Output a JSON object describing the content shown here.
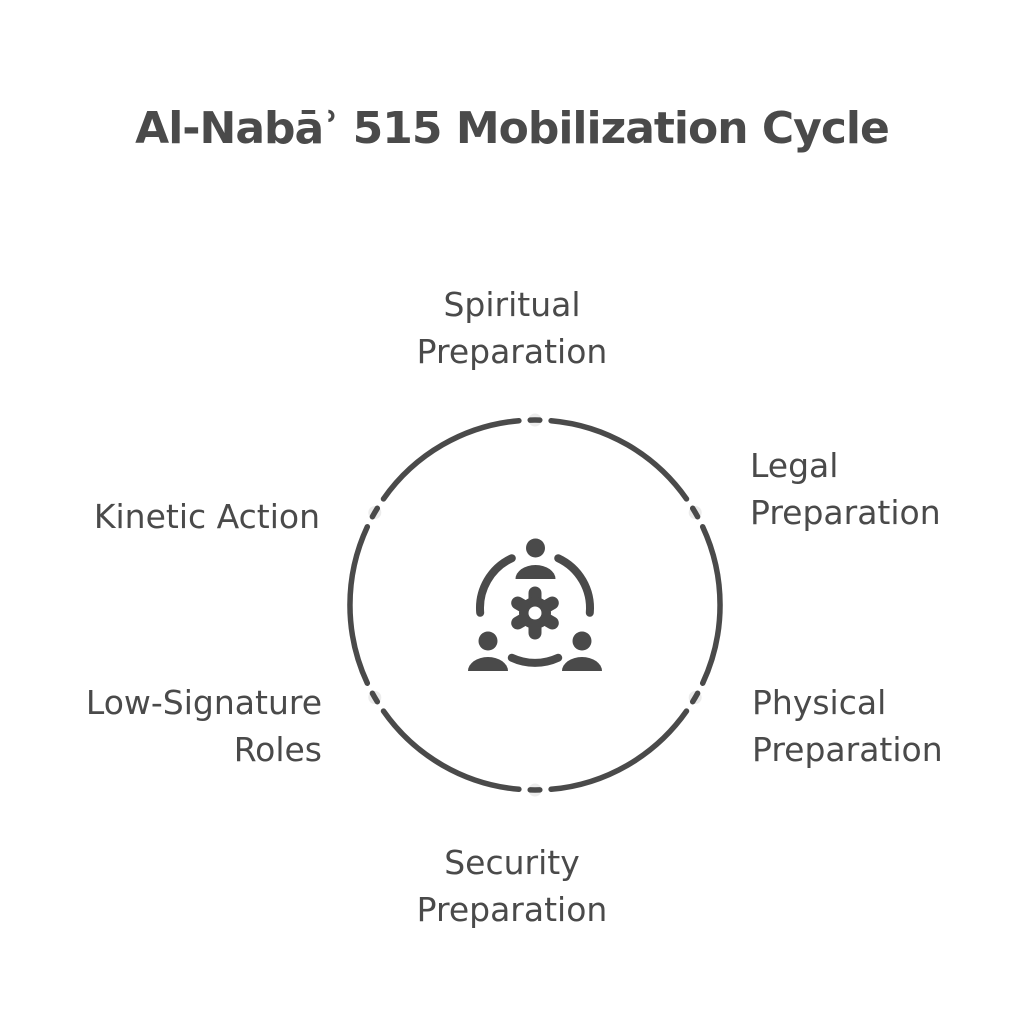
{
  "title": "Al-Nabāʾ 515 Mobilization Cycle",
  "colors": {
    "ink": "#4a4a4a",
    "background": "#ffffff",
    "gap_halo": "#ececec"
  },
  "diagram": {
    "type": "cycle",
    "center_icon": "team-gear-icon",
    "nodes": [
      {
        "id": "spiritual-preparation",
        "position": "top",
        "lines": [
          "Spiritual",
          "Preparation"
        ]
      },
      {
        "id": "legal-preparation",
        "position": "upper-right",
        "lines": [
          "Legal",
          "Preparation"
        ]
      },
      {
        "id": "physical-preparation",
        "position": "lower-right",
        "lines": [
          "Physical",
          "Preparation"
        ]
      },
      {
        "id": "security-preparation",
        "position": "bottom",
        "lines": [
          "Security",
          "Preparation"
        ]
      },
      {
        "id": "low-signature-roles",
        "position": "lower-left",
        "lines": [
          "Low-Signature",
          "Roles"
        ]
      },
      {
        "id": "kinetic-action",
        "position": "upper-left",
        "lines": [
          "Kinetic Action"
        ]
      }
    ]
  }
}
